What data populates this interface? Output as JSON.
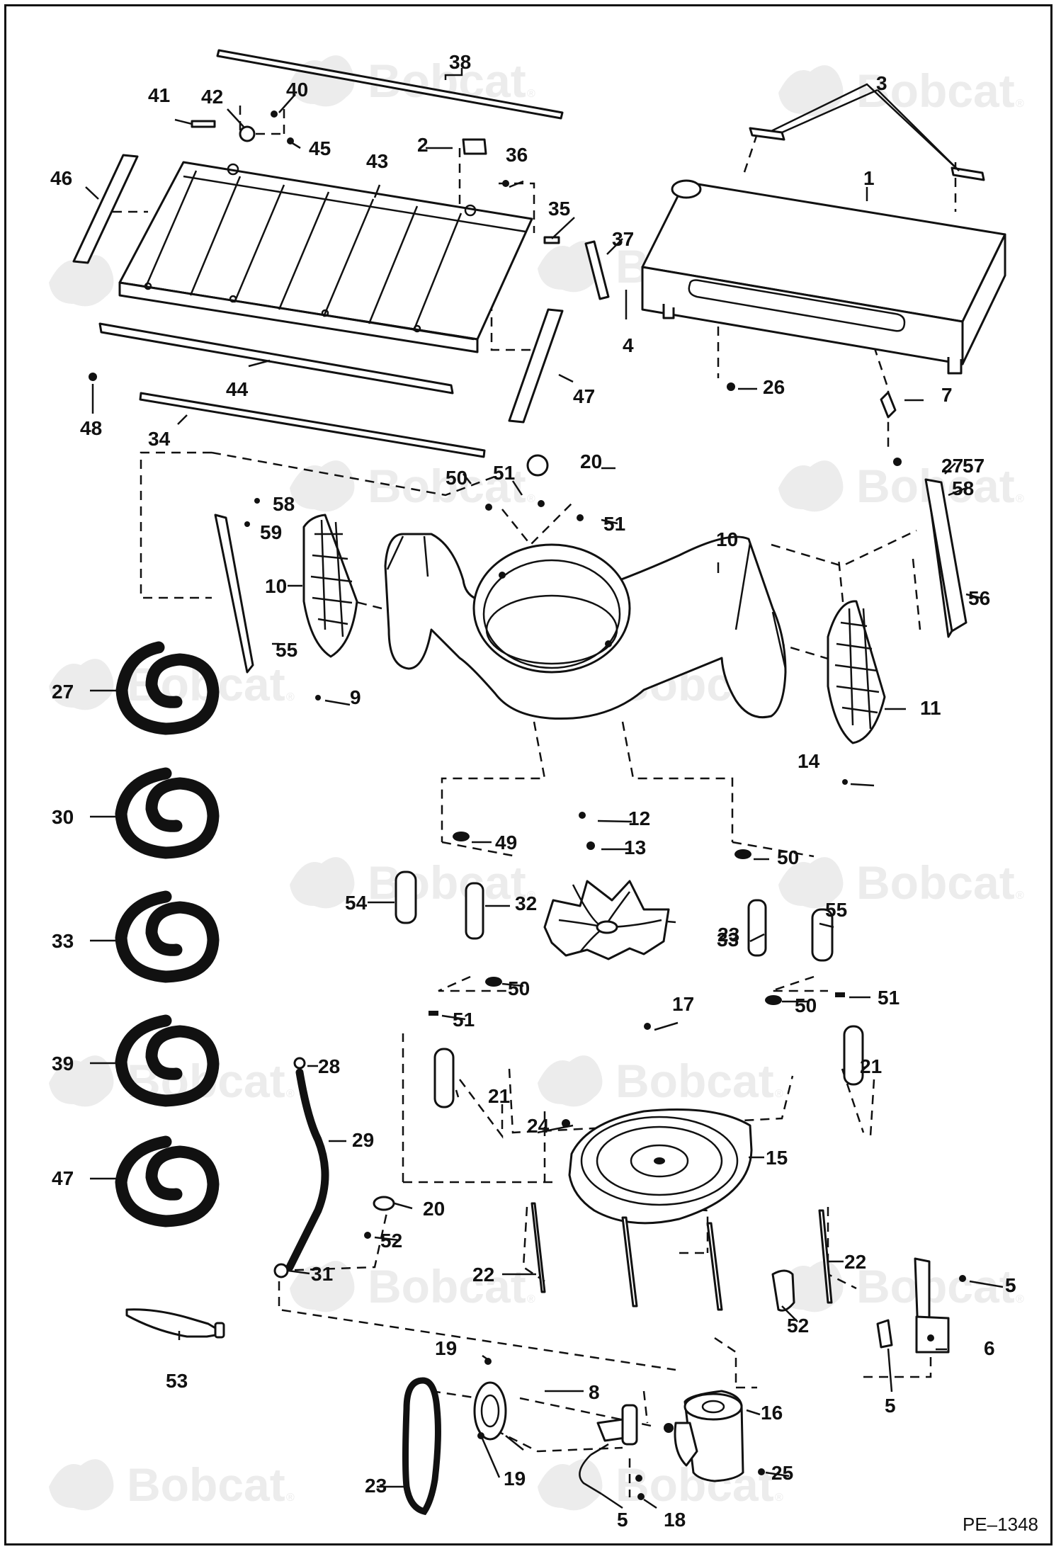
{
  "diagram": {
    "drawing_number": "PE–1348",
    "watermark_text": "Bobcat",
    "watermark_mark": "®",
    "callouts": [
      "1",
      "2",
      "3",
      "4",
      "5",
      "5",
      "5",
      "5",
      "6",
      "7",
      "8",
      "9",
      "10",
      "10",
      "11",
      "12",
      "13",
      "14",
      "15",
      "16",
      "17",
      "18",
      "19",
      "19",
      "20",
      "20",
      "21",
      "21",
      "22",
      "22",
      "23",
      "23",
      "24",
      "25",
      "26",
      "27",
      "27",
      "28",
      "29",
      "30",
      "31",
      "32",
      "33",
      "33",
      "34",
      "35",
      "36",
      "37",
      "38",
      "39",
      "40",
      "41",
      "42",
      "43",
      "44",
      "45",
      "46",
      "47",
      "47",
      "48",
      "49",
      "50",
      "50",
      "50",
      "50",
      "51",
      "51",
      "51",
      "51",
      "52",
      "52",
      "53",
      "54",
      "55",
      "55",
      "56",
      "57",
      "58",
      "58",
      "59",
      "59"
    ]
  },
  "colors": {
    "line": "#111111",
    "paper": "#ffffff",
    "watermark": "#ececec"
  }
}
